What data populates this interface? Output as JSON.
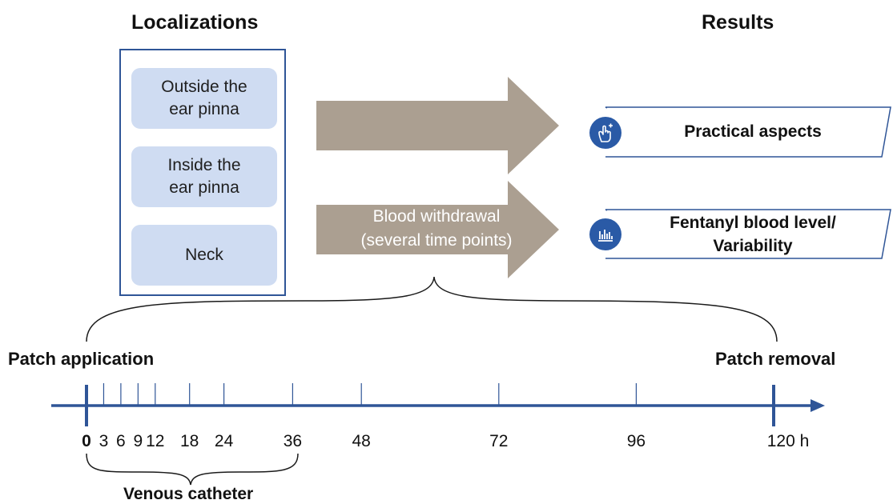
{
  "headings": {
    "localizations": "Localizations",
    "results": "Results"
  },
  "localizations": [
    "Outside the\near pinna",
    "Inside the\near pinna",
    "Neck"
  ],
  "arrow_label": "Blood withdrawal\n(several time points)",
  "results": [
    {
      "label": "Practical aspects",
      "icon": "hand-touch-icon"
    },
    {
      "label": "Fentanyl blood level/\nVariability",
      "icon": "bar-chart-icon"
    }
  ],
  "timeline": {
    "start_label": "Patch application",
    "end_label": "Patch removal",
    "bracket_label": "Venous catheter",
    "ticks": [
      {
        "t": 0,
        "label": "0",
        "major": true
      },
      {
        "t": 3,
        "label": "3",
        "major": false
      },
      {
        "t": 6,
        "label": "6",
        "major": false
      },
      {
        "t": 9,
        "label": "9",
        "major": false
      },
      {
        "t": 12,
        "label": "12",
        "major": false
      },
      {
        "t": 18,
        "label": "18",
        "major": false
      },
      {
        "t": 24,
        "label": "24",
        "major": false
      },
      {
        "t": 36,
        "label": "36",
        "major": false
      },
      {
        "t": 48,
        "label": "48",
        "major": false
      },
      {
        "t": 72,
        "label": "72",
        "major": false
      },
      {
        "t": 96,
        "label": "96",
        "major": false
      },
      {
        "t": 120,
        "label": "120 h",
        "major": true
      }
    ]
  },
  "colors": {
    "frame": "#2f5597",
    "box": "#cfdcf2",
    "arrow": "#ab9f91",
    "icon": "#2a5aa6",
    "axis": "#2f5597"
  }
}
